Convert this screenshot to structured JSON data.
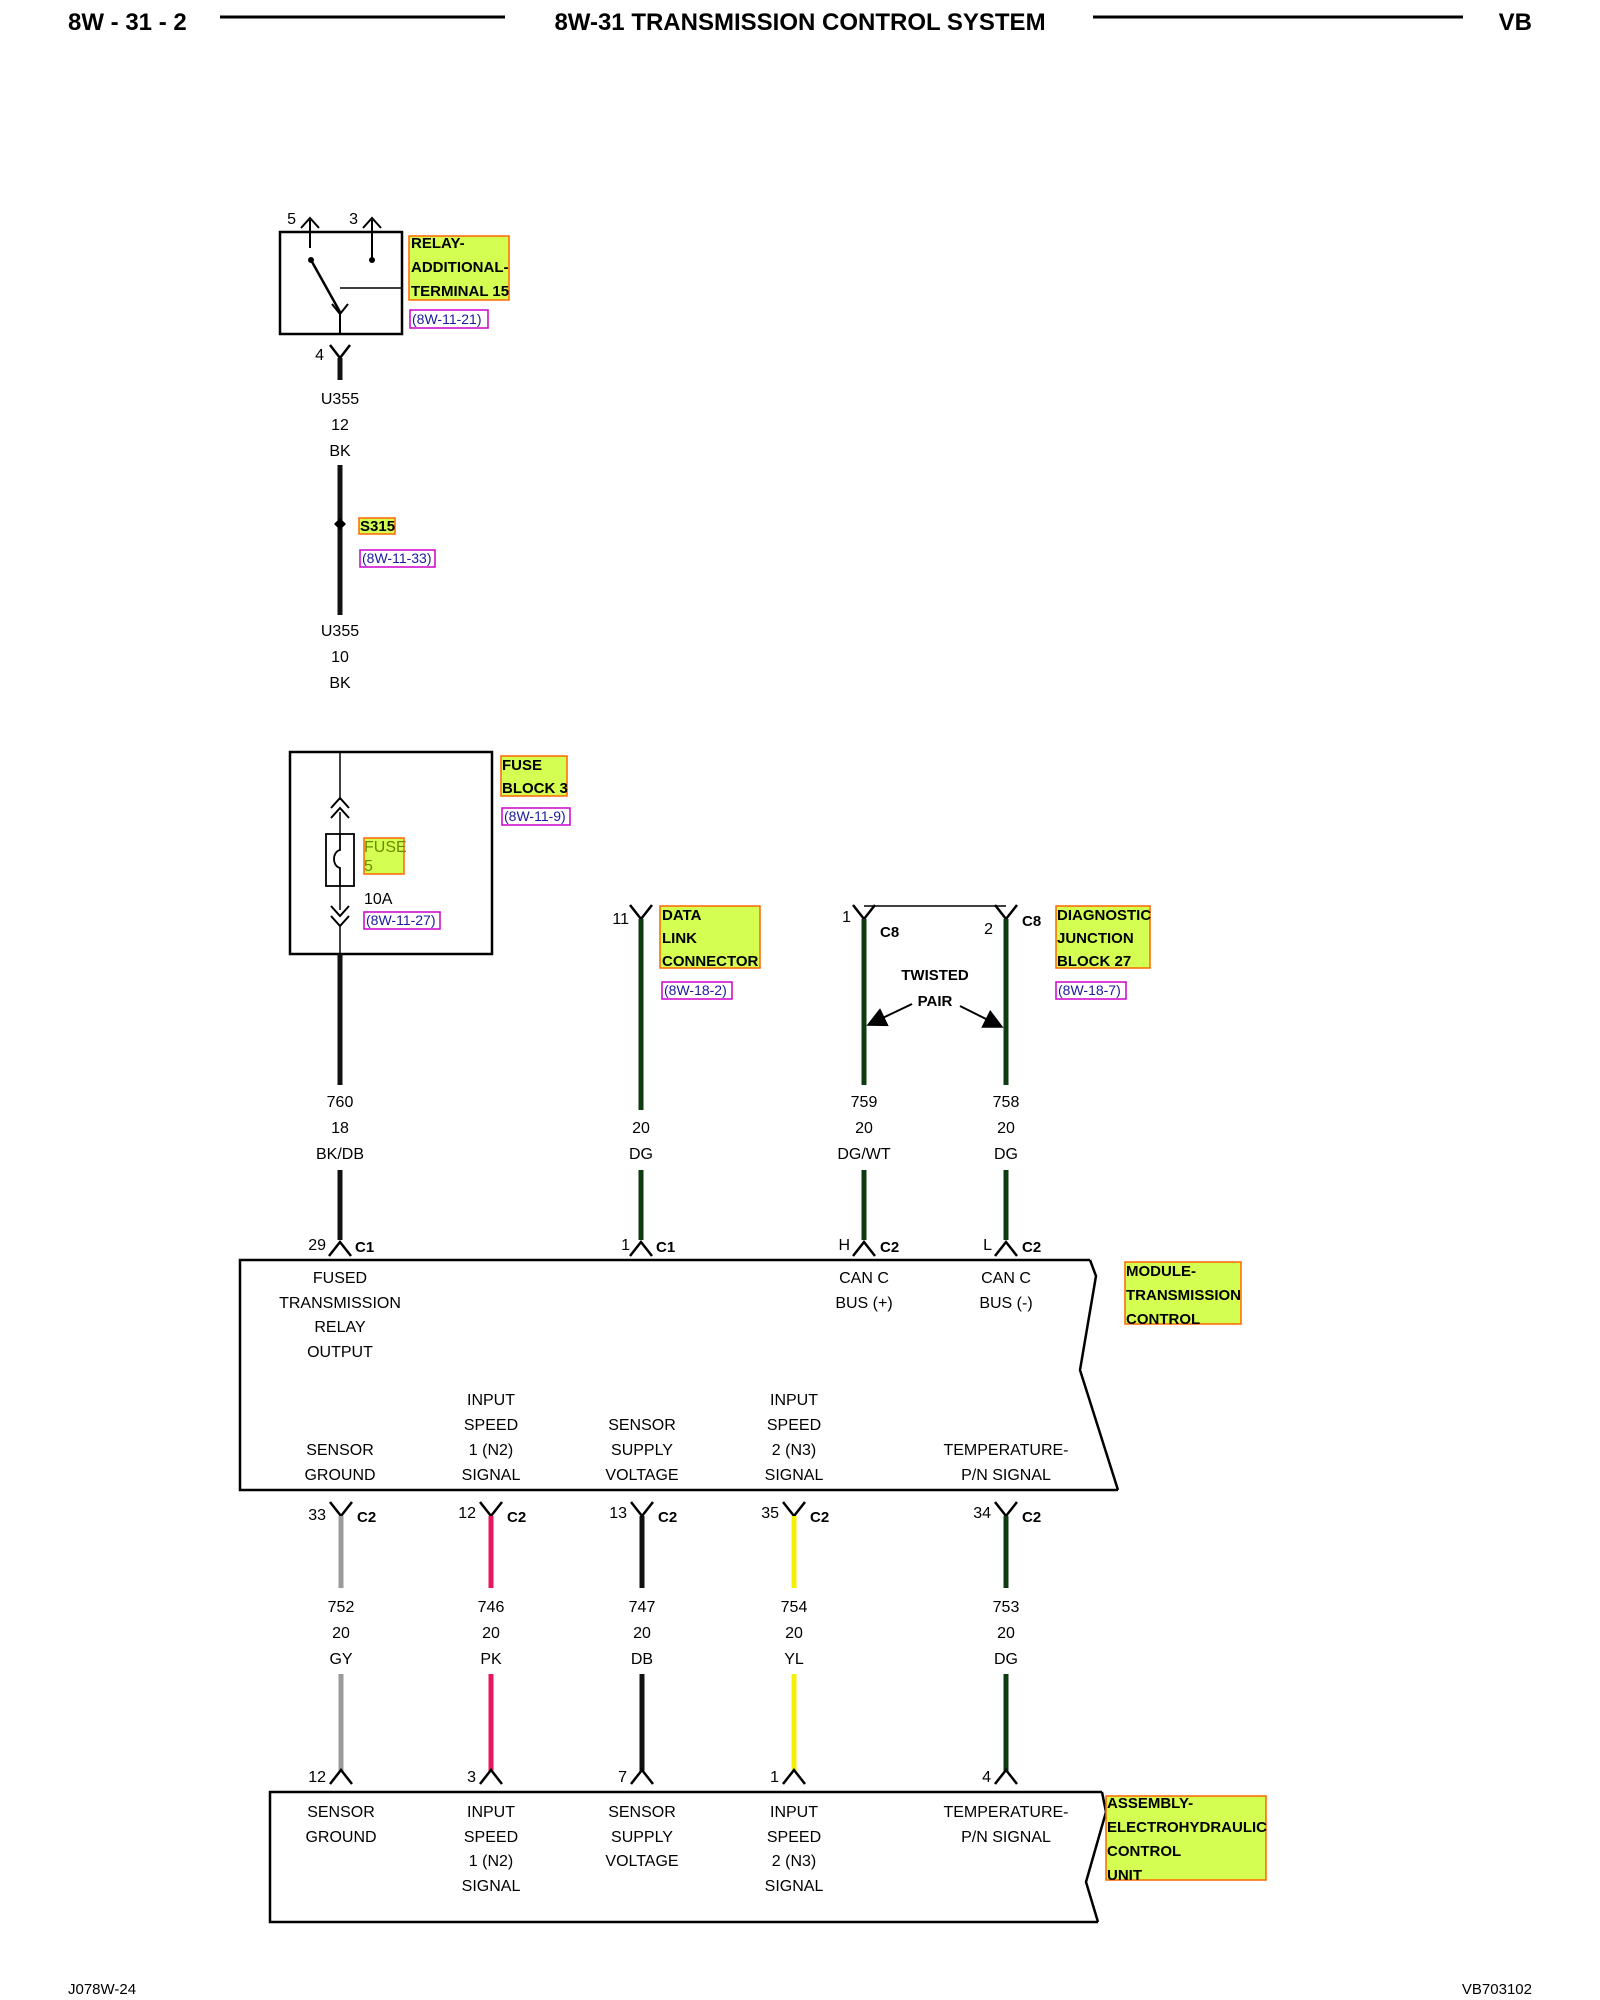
{
  "header": {
    "page_number": "8W - 31 - 2",
    "title": "8W-31 TRANSMISSION CONTROL SYSTEM",
    "model": "VB"
  },
  "footer": {
    "left_code": "J078W-24",
    "right_code": "VB703102"
  },
  "colors": {
    "callout_fill": "#d4ff52",
    "callout_border": "#ff6600",
    "ref_border": "#cc00cc",
    "wire_black": "#111111",
    "wire_dark_green": "#0f3b12",
    "wire_gray": "#9a9a9a",
    "wire_pink": "#e8175d",
    "wire_yellow": "#f5f000"
  },
  "relay": {
    "name_lines": [
      "RELAY-",
      "ADDITIONAL-",
      "TERMINAL 15"
    ],
    "ref": "(8W-11-21)",
    "pin_top_left": "5",
    "pin_top_right": "3",
    "pin_bottom": "4"
  },
  "relay_wire": {
    "circuit": "U355",
    "gauge": "12",
    "color": "BK"
  },
  "splice": {
    "name": "S315",
    "ref": "(8W-11-33)"
  },
  "splice_wire": {
    "circuit": "U355",
    "gauge": "10",
    "color": "BK"
  },
  "fuse_block": {
    "name_lines": [
      "FUSE",
      "BLOCK 3"
    ],
    "ref": "(8W-11-9)",
    "fuse_lines": [
      "FUSE",
      "5"
    ],
    "rating": "10A",
    "fuse_ref": "(8W-11-27)"
  },
  "dlc": {
    "name_lines": [
      "DATA",
      "LINK",
      "CONNECTOR"
    ],
    "ref": "(8W-18-2)",
    "pin": "11"
  },
  "djb": {
    "name_lines": [
      "DIAGNOSTIC",
      "JUNCTION",
      "BLOCK 27"
    ],
    "ref": "(8W-18-7)",
    "pin1": "1",
    "pin2": "2",
    "connector1": "C8",
    "connector2": "C8",
    "twisted_lines": [
      "TWISTED",
      "PAIR"
    ]
  },
  "upper_wires": [
    {
      "circuit": "760",
      "gauge": "18",
      "color": "BK/DB",
      "tcm_pin": "29",
      "tcm_conn": "C1"
    },
    {
      "circuit": "",
      "gauge": "20",
      "color": "DG",
      "tcm_pin": "1",
      "tcm_conn": "C1"
    },
    {
      "circuit": "759",
      "gauge": "20",
      "color": "DG/WT",
      "tcm_pin": "H",
      "tcm_conn": "C2"
    },
    {
      "circuit": "758",
      "gauge": "20",
      "color": "DG",
      "tcm_pin": "L",
      "tcm_conn": "C2"
    }
  ],
  "tcm": {
    "name_lines": [
      "MODULE-",
      "TRANSMISSION",
      "CONTROL"
    ],
    "top_labels": [
      [
        "FUSED",
        "TRANSMISSION",
        "RELAY",
        "OUTPUT"
      ],
      [
        "CAN C",
        "BUS (+)"
      ],
      [
        "CAN C",
        "BUS (-)"
      ]
    ],
    "bottom_labels": [
      [
        "SENSOR",
        "GROUND"
      ],
      [
        "INPUT",
        "SPEED",
        "1 (N2)",
        "SIGNAL"
      ],
      [
        "SENSOR",
        "SUPPLY",
        "VOLTAGE"
      ],
      [
        "INPUT",
        "SPEED",
        "2 (N3)",
        "SIGNAL"
      ],
      [
        "TEMPERATURE-",
        "P/N SIGNAL"
      ]
    ]
  },
  "lower_wires": [
    {
      "tcm_pin": "33",
      "tcm_conn": "C2",
      "circuit": "752",
      "gauge": "20",
      "color": "GY",
      "eh_pin": "12"
    },
    {
      "tcm_pin": "12",
      "tcm_conn": "C2",
      "circuit": "746",
      "gauge": "20",
      "color": "PK",
      "eh_pin": "3"
    },
    {
      "tcm_pin": "13",
      "tcm_conn": "C2",
      "circuit": "747",
      "gauge": "20",
      "color": "DB",
      "eh_pin": "7"
    },
    {
      "tcm_pin": "35",
      "tcm_conn": "C2",
      "circuit": "754",
      "gauge": "20",
      "color": "YL",
      "eh_pin": "1"
    },
    {
      "tcm_pin": "34",
      "tcm_conn": "C2",
      "circuit": "753",
      "gauge": "20",
      "color": "DG",
      "eh_pin": "4"
    }
  ],
  "ehu": {
    "name_lines": [
      "ASSEMBLY-",
      "ELECTROHYDRAULIC",
      "CONTROL",
      "UNIT"
    ],
    "labels": [
      [
        "SENSOR",
        "GROUND"
      ],
      [
        "INPUT",
        "SPEED",
        "1 (N2)",
        "SIGNAL"
      ],
      [
        "SENSOR",
        "SUPPLY",
        "VOLTAGE"
      ],
      [
        "INPUT",
        "SPEED",
        "2 (N3)",
        "SIGNAL"
      ],
      [
        "TEMPERATURE-",
        "P/N SIGNAL"
      ]
    ]
  }
}
